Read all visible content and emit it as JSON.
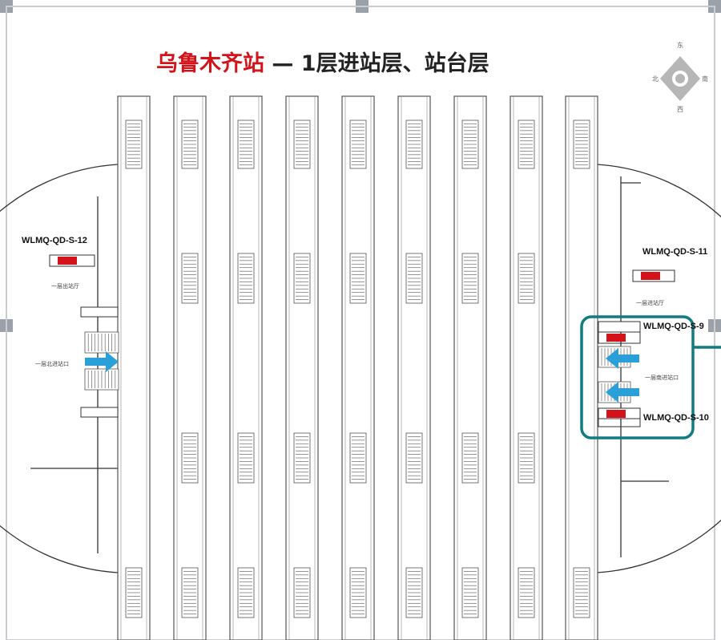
{
  "title": {
    "station": "乌鲁木齐站",
    "rest": " — 1层进站层、站台层"
  },
  "compass": {
    "north": "东",
    "east": "南",
    "south": "西",
    "west": "北"
  },
  "devices": {
    "left": {
      "code": "WLMQ-QD-S-12",
      "hall_label": "一层出站厅",
      "exit_label": "一层北进站口"
    },
    "right": {
      "code_top": "WLMQ-QD-S-11",
      "hall_label": "一层进站厅",
      "code_mid": "WLMQ-QD-S-9",
      "exit_label": "一层南进站口",
      "code_bottom": "WLMQ-QD-S-10"
    }
  },
  "colors": {
    "accent_red": "#d3121a",
    "arrow_blue": "#2a9fd8",
    "highlight_teal": "#0f7c80",
    "line_gray": "#555555"
  },
  "icons": [
    "compass-icon",
    "entry-arrow-icon",
    "stair-icon",
    "screen-device-icon"
  ]
}
